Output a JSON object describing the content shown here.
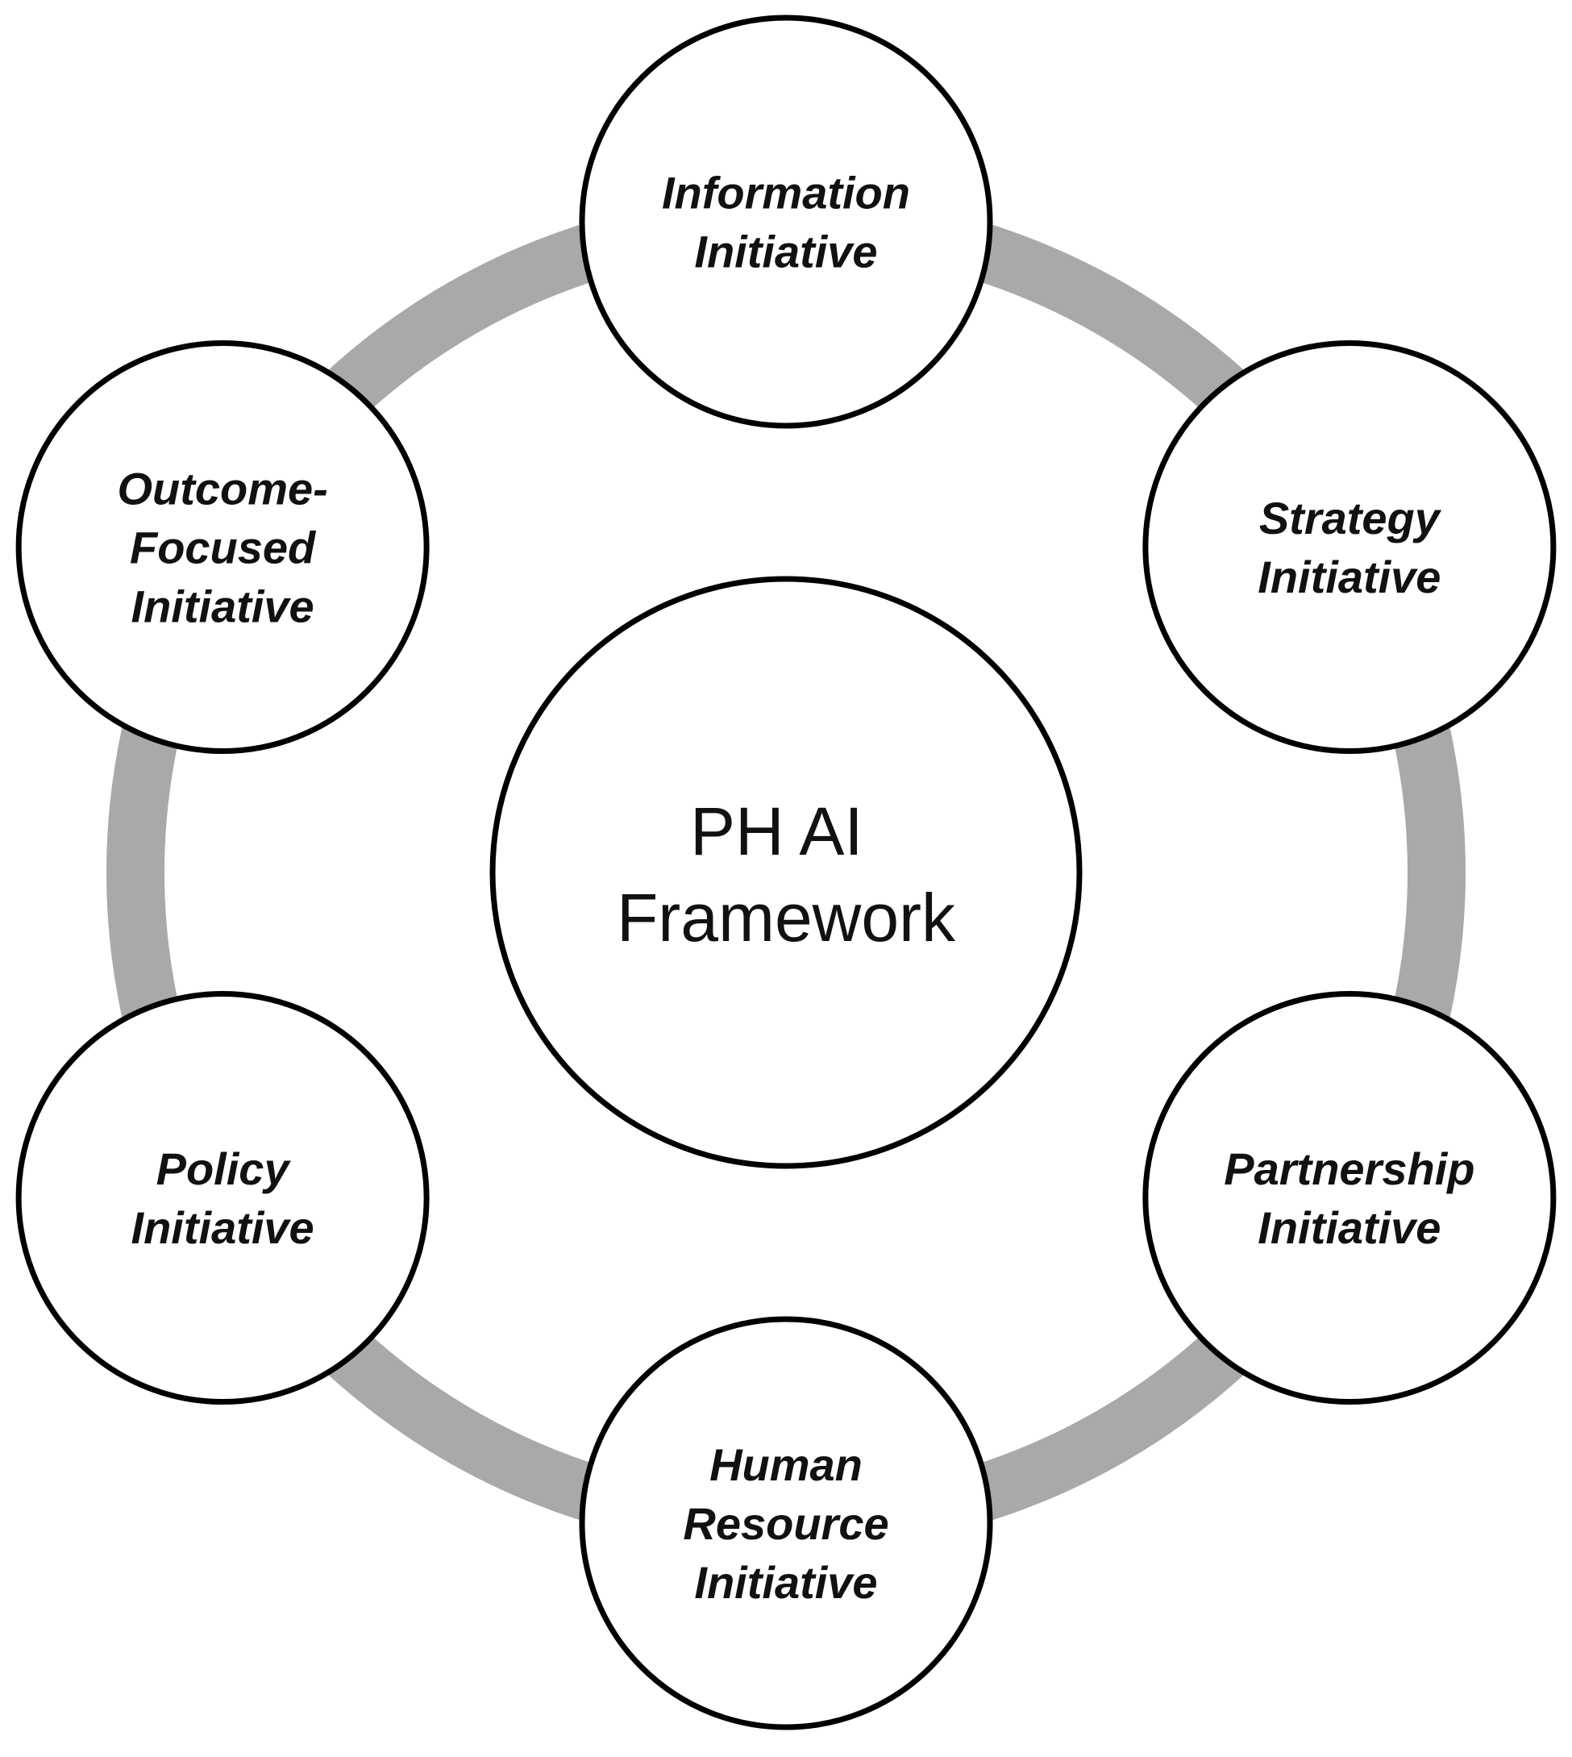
{
  "diagram": {
    "center": {
      "lines": [
        "PH AI",
        "Framework"
      ]
    },
    "nodes": [
      {
        "id": "information",
        "lines": [
          "Information",
          "Initiative"
        ]
      },
      {
        "id": "strategy",
        "lines": [
          "Strategy",
          "Initiative"
        ]
      },
      {
        "id": "partnership",
        "lines": [
          "Partnership",
          "Initiative"
        ]
      },
      {
        "id": "human-resource",
        "lines": [
          "Human",
          "Resource",
          "Initiative"
        ]
      },
      {
        "id": "policy",
        "lines": [
          "Policy",
          "Initiative"
        ]
      },
      {
        "id": "outcome-focused",
        "lines": [
          "Outcome-",
          "Focused",
          "Initiative"
        ]
      }
    ],
    "colors": {
      "ring": "#a9a9a9",
      "outline": "#000000",
      "text": "#111111",
      "background": "#ffffff"
    }
  }
}
